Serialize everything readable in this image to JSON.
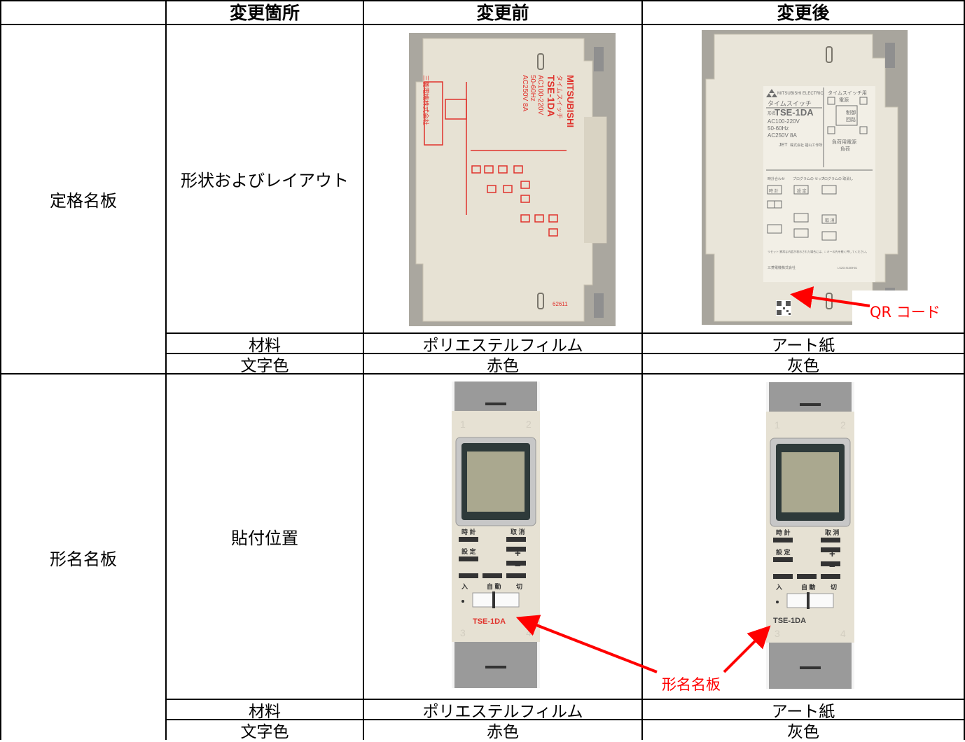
{
  "table": {
    "headers": {
      "place": "変更箇所",
      "before": "変更前",
      "after": "変更後"
    },
    "section1": {
      "label": "定格名板",
      "row_shape": "形状およびレイアウト",
      "row_material": {
        "label": "材料",
        "before": "ポリエステルフィルム",
        "after": "アート紙"
      },
      "row_color": {
        "label": "文字色",
        "before": "赤色",
        "after": "灰色"
      }
    },
    "section2": {
      "label": "形名名板",
      "row_position": "貼付位置",
      "row_material": {
        "label": "材料",
        "before": "ポリエステルフィルム",
        "after": "アート紙"
      },
      "row_color": {
        "label": "文字色",
        "before": "赤色",
        "after": "灰色"
      }
    }
  },
  "photo_before_1": {
    "brand": "MITSUBISHI",
    "kind": "タイムスイッチ",
    "model": "TSE-1DA",
    "spec1": "AC100-220V",
    "spec2": "50-60Hz",
    "spec3": "AC250V 8A",
    "maker": "三菱電機株式会社",
    "code": "62611"
  },
  "photo_after_1": {
    "brand": "MITSUBISHI ELECTRIC",
    "kind": "タイムスイッチ",
    "model_prefix": "形名",
    "model": "TSE-1DA",
    "spec1": "AC100-220V",
    "spec2": "50-60Hz",
    "spec3": "AC250V 8A",
    "jet": "JET",
    "jet_maker": "株式会社 福山工作所",
    "block_title": "タイムスイッチ用",
    "block_power": "電源",
    "block_ctrl1": "制御",
    "block_ctrl2": "回路",
    "block_load": "負荷用電源",
    "block_load2": "負荷",
    "col1": "時計合わせ",
    "col2": "プログラムの セット",
    "col3": "プログラムの 取消し",
    "key_clock": "時 計",
    "key_set": "設 定",
    "key_cancel": "取 消",
    "reset_note": "リセット 異常な内容が表示された場合には、□ キーの先を軽く押してください。",
    "maker": "三菱電機株式会社",
    "code": "LS201910BH01"
  },
  "device": {
    "num1": "1",
    "num2": "2",
    "num3": "3",
    "num4": "4",
    "btn_clock": "時 計",
    "btn_cancel": "取 消",
    "btn_set": "設 定",
    "plus": "+",
    "minus": "−",
    "mode_on": "入",
    "mode_auto": "自 動",
    "mode_off": "切",
    "model_label": "TSE-1DA"
  },
  "annotations": {
    "qr": "QR コード",
    "model_plate": "形名名板"
  },
  "colors": {
    "red_print": "#e0322c",
    "gray_print": "#6f6f6f",
    "arrow": "#ff0000",
    "case": "#e6e1d3",
    "case_gray": "#8f8f8f"
  }
}
